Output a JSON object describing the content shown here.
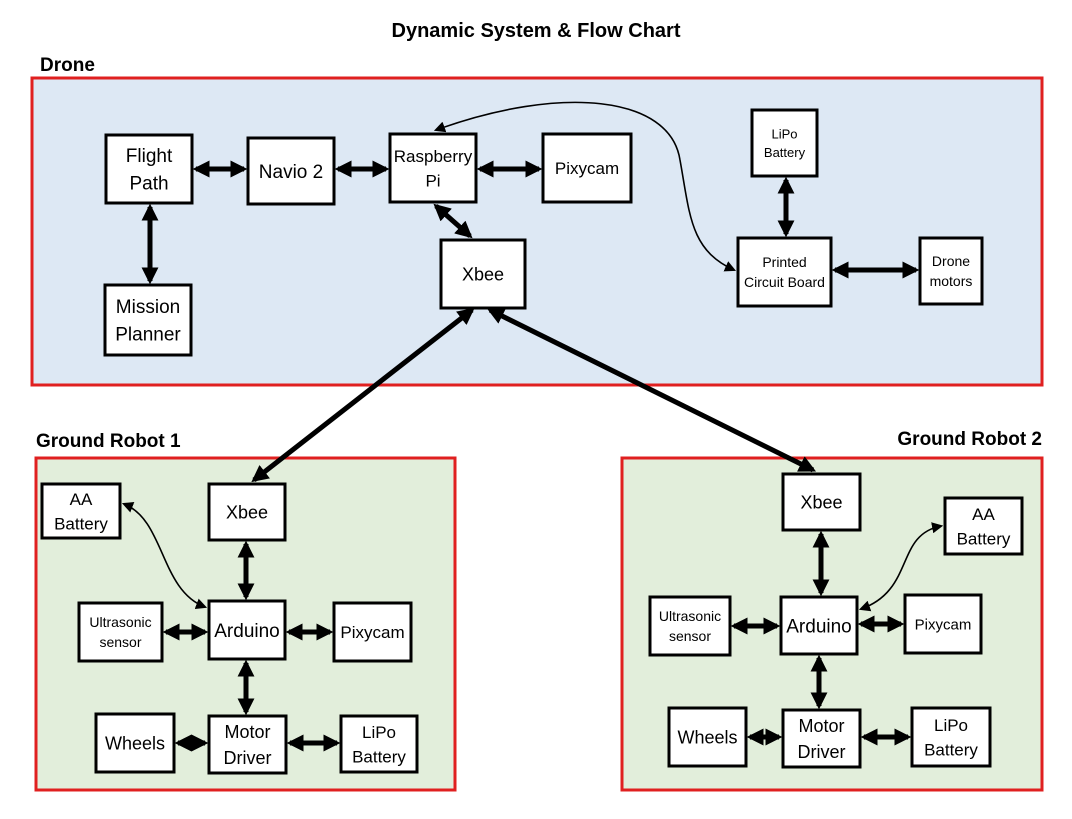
{
  "title": "Dynamic System & Flow Chart",
  "colors": {
    "section_border": "#e02020",
    "drone_bg": "#dde8f4",
    "ground_bg": "#e2eedb",
    "line": "#000000"
  },
  "sections": {
    "drone": "Drone",
    "robot1": "Ground Robot 1",
    "robot2": "Ground Robot 2"
  },
  "nodes": {
    "d_flight": [
      "Flight",
      "Path"
    ],
    "d_mission": [
      "Mission",
      "Planner"
    ],
    "d_navio": [
      "Navio 2"
    ],
    "d_rpi": [
      "Raspberry",
      "Pi"
    ],
    "d_pixy": [
      "Pixycam"
    ],
    "d_xbee": [
      "Xbee"
    ],
    "d_lipo": [
      "LiPo",
      "Battery"
    ],
    "d_pcb": [
      "Printed",
      "Circuit Board"
    ],
    "d_motors": [
      "Drone",
      "motors"
    ],
    "r1_aa": [
      "AA",
      "Battery"
    ],
    "r1_xbee": [
      "Xbee"
    ],
    "r1_ultra": [
      "Ultrasonic",
      "sensor"
    ],
    "r1_arduino": [
      "Arduino"
    ],
    "r1_pixy": [
      "Pixycam"
    ],
    "r1_wheels": [
      "Wheels"
    ],
    "r1_motor": [
      "Motor",
      "Driver"
    ],
    "r1_lipo": [
      "LiPo",
      "Battery"
    ],
    "r2_xbee": [
      "Xbee"
    ],
    "r2_aa": [
      "AA",
      "Battery"
    ],
    "r2_ultra": [
      "Ultrasonic",
      "sensor"
    ],
    "r2_arduino": [
      "Arduino"
    ],
    "r2_pixy": [
      "Pixycam"
    ],
    "r2_wheels": [
      "Wheels"
    ],
    "r2_motor": [
      "Motor",
      "Driver"
    ],
    "r2_lipo": [
      "LiPo",
      "Battery"
    ]
  }
}
